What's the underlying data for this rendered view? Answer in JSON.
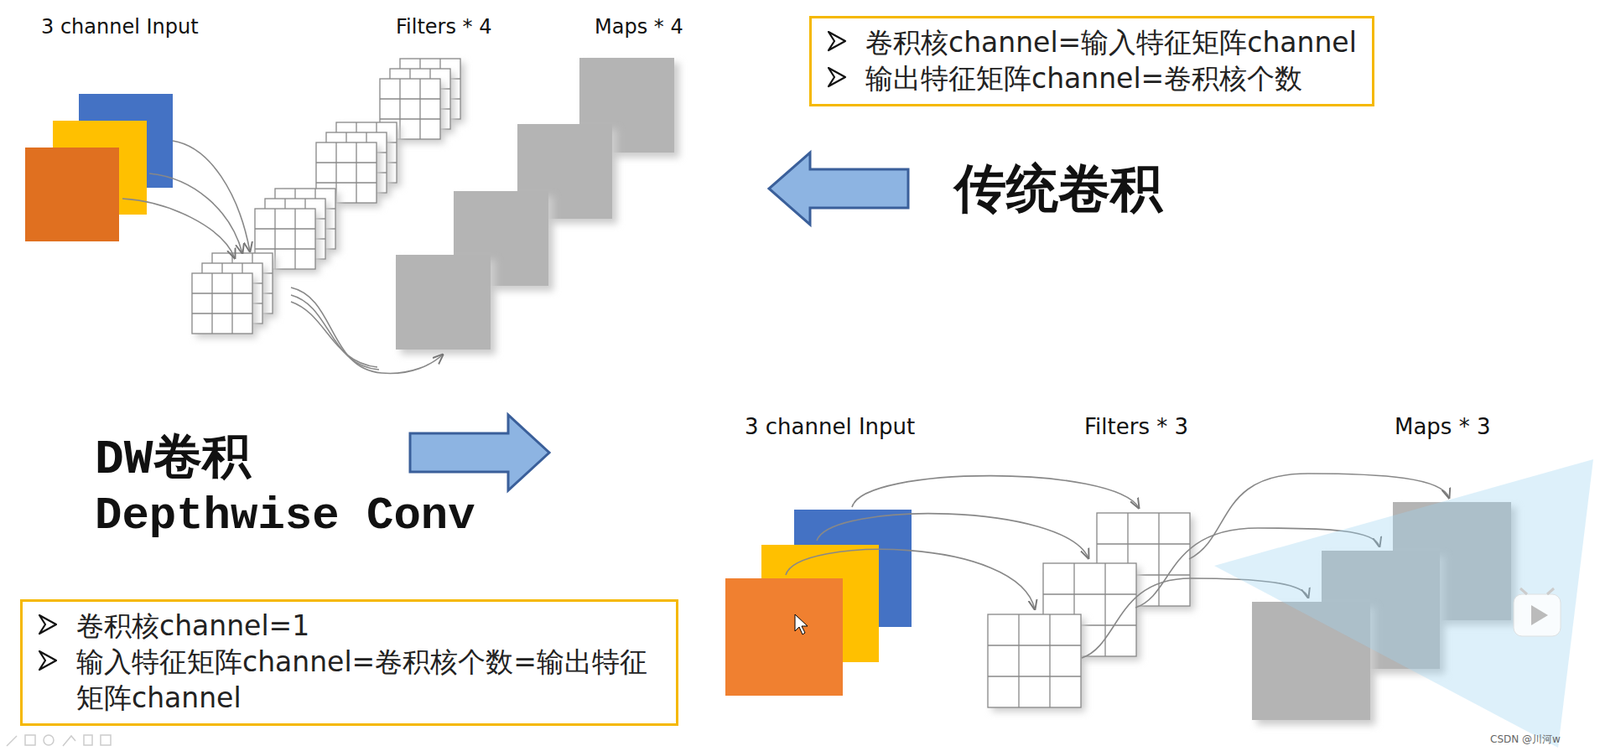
{
  "diagram": {
    "nodes": [
      {
        "text": [
          "卷积核channel=输入特征矩阵channel",
          "输出特征矩阵channel=卷积核个数"
        ]
      },
      {
        "text": [
          "卷积核channel=1",
          "输入特征矩阵channel=卷积核个数=输出特征矩阵channel"
        ]
      }
    ],
    "labels": [
      "3 channel Input",
      "Filters * 4",
      "Maps * 4",
      "传统卷积",
      "DW卷积",
      "Depthwise Conv",
      "3 channel Input",
      "Filters * 3",
      "Maps * 3",
      "CSDN @川河w"
    ]
  }
}
